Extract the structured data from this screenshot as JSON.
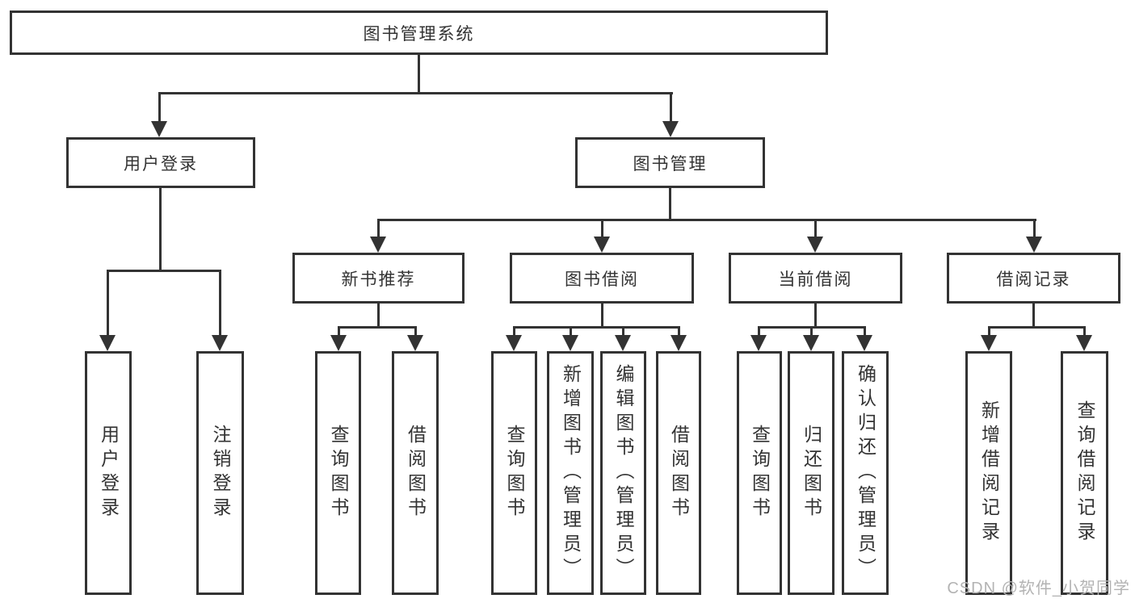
{
  "tree": {
    "label": "图书管理系统",
    "children": [
      {
        "label": "用户登录",
        "children": [
          {
            "label": "用户登录"
          },
          {
            "label": "注销登录"
          }
        ]
      },
      {
        "label": "图书管理",
        "children": [
          {
            "label": "新书推荐",
            "children": [
              {
                "label": "查询图书"
              },
              {
                "label": "借阅图书"
              }
            ]
          },
          {
            "label": "图书借阅",
            "children": [
              {
                "label": "查询图书"
              },
              {
                "label": "新增图书（管理员）"
              },
              {
                "label": "编辑图书（管理员）"
              },
              {
                "label": "借阅图书"
              }
            ]
          },
          {
            "label": "当前借阅",
            "children": [
              {
                "label": "查询图书"
              },
              {
                "label": "归还图书"
              },
              {
                "label": "确认归还（管理员）"
              }
            ]
          },
          {
            "label": "借阅记录",
            "children": [
              {
                "label": "新增借阅记录"
              },
              {
                "label": "查询借阅记录"
              }
            ]
          }
        ]
      }
    ]
  },
  "watermark": "CSDN @软件_小贺同学",
  "colors": {
    "line": "#333333",
    "text": "#333333",
    "watermark": "#b3b3b3",
    "background": "#ffffff"
  }
}
